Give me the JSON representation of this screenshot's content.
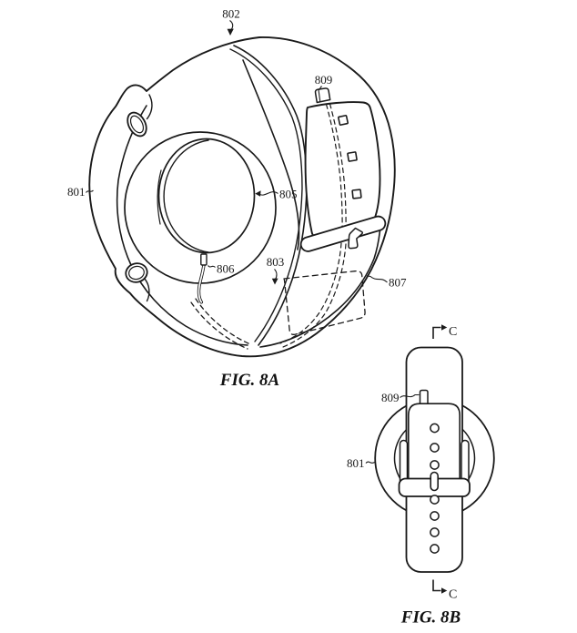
{
  "drawing": {
    "background": "#ffffff",
    "ink": "#1a1a1a"
  },
  "fig8a": {
    "caption": "FIG. 8A",
    "labels": {
      "l801": "801",
      "l802": "802",
      "l803": "803",
      "l805": "805",
      "l806": "806",
      "l807": "807",
      "l809": "809"
    }
  },
  "fig8b": {
    "caption": "FIG. 8B",
    "labels": {
      "l801": "801",
      "l809": "809"
    },
    "section_top": "C",
    "section_bottom": "C"
  }
}
